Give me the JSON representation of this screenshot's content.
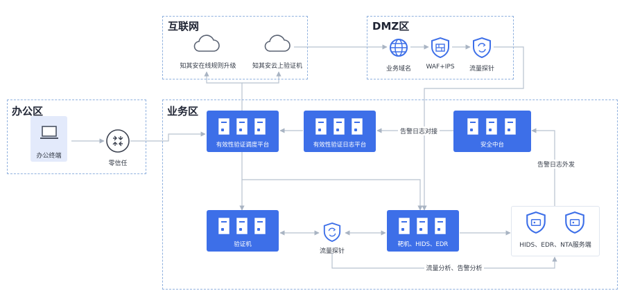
{
  "zones": {
    "internet": "互联网",
    "dmz": "DMZ区",
    "office": "办公区",
    "business": "业务区"
  },
  "internet": {
    "cloud1": "知其安在线规则升级",
    "cloud2": "知其安云上验证机"
  },
  "dmz": {
    "domain": "业务域名",
    "waf": "WAF+IPS",
    "probe": "流量探针"
  },
  "office": {
    "terminal": "办公终端",
    "zero_trust": "零信任"
  },
  "business": {
    "scheduler": "有效性验证调度平台",
    "log_platform": "有效性验证日志平台",
    "soc": "安全中台",
    "verifier": "验证机",
    "targets": "靶机、HIDS、EDR",
    "probe": "流量探针",
    "servers": "HIDS、EDR、NTA服务端"
  },
  "edges": {
    "alert_log_connect": "告警日志对接",
    "alert_log_out": "告警日志外发",
    "traffic_analysis": "流量分析、告警分析"
  },
  "colors": {
    "node_blue": "#3d6fe8",
    "line_gray": "#b8c2cf",
    "zone_border": "#8fb0de"
  }
}
